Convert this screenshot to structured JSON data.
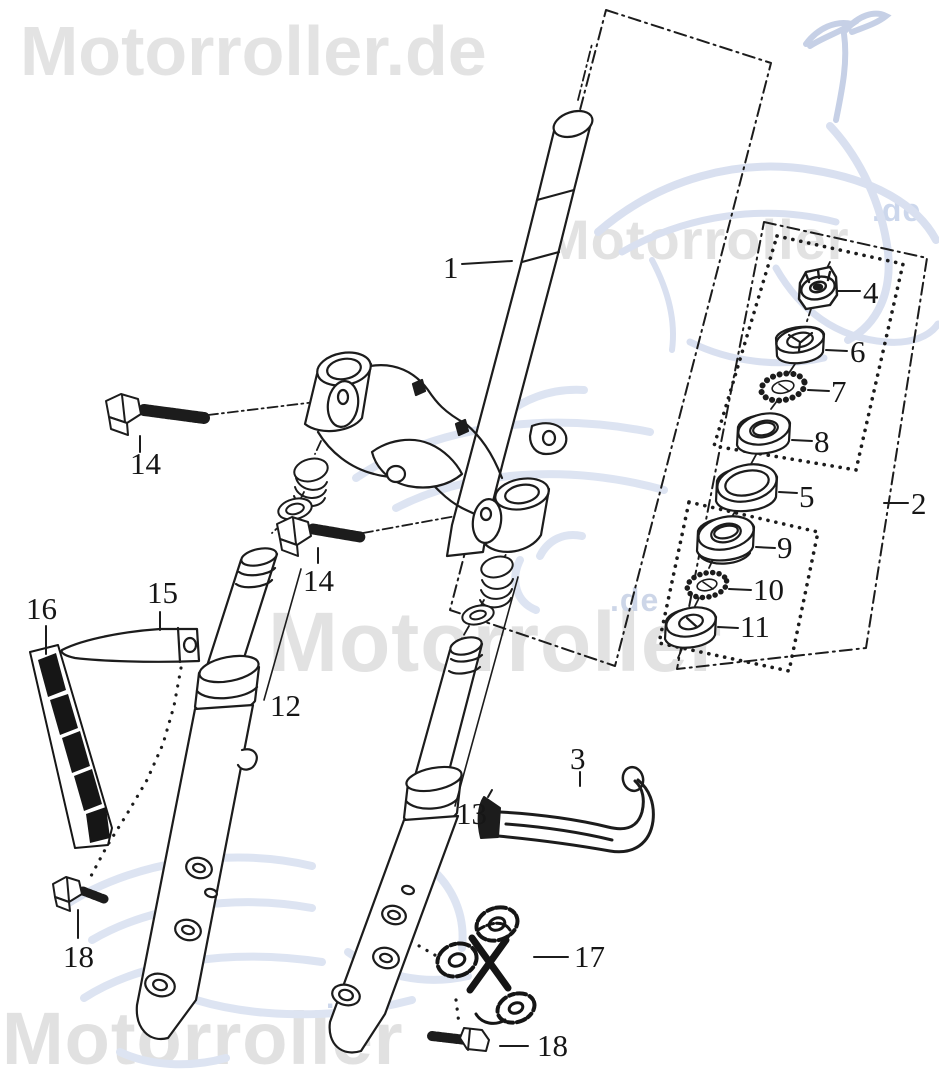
{
  "watermarks": {
    "brand_full": "Motorroller.de",
    "brand": "Motorroller",
    "tld": ".de"
  },
  "colors": {
    "line_art": "#1c1c1c",
    "watermark_gray": "#e2e2e2",
    "watermark_blue": "#d9e0f0",
    "background": "#ffffff"
  },
  "callouts": {
    "c1": "1",
    "c2": "2",
    "c3": "3",
    "c4": "4",
    "c5": "5",
    "c6": "6",
    "c7": "7",
    "c8": "8",
    "c9": "9",
    "c10": "10",
    "c11": "11",
    "c12": "12",
    "c13": "13",
    "c14a": "14",
    "c14b": "14",
    "c15": "15",
    "c16": "16",
    "c17": "17",
    "c18a": "18",
    "c18b": "18"
  }
}
